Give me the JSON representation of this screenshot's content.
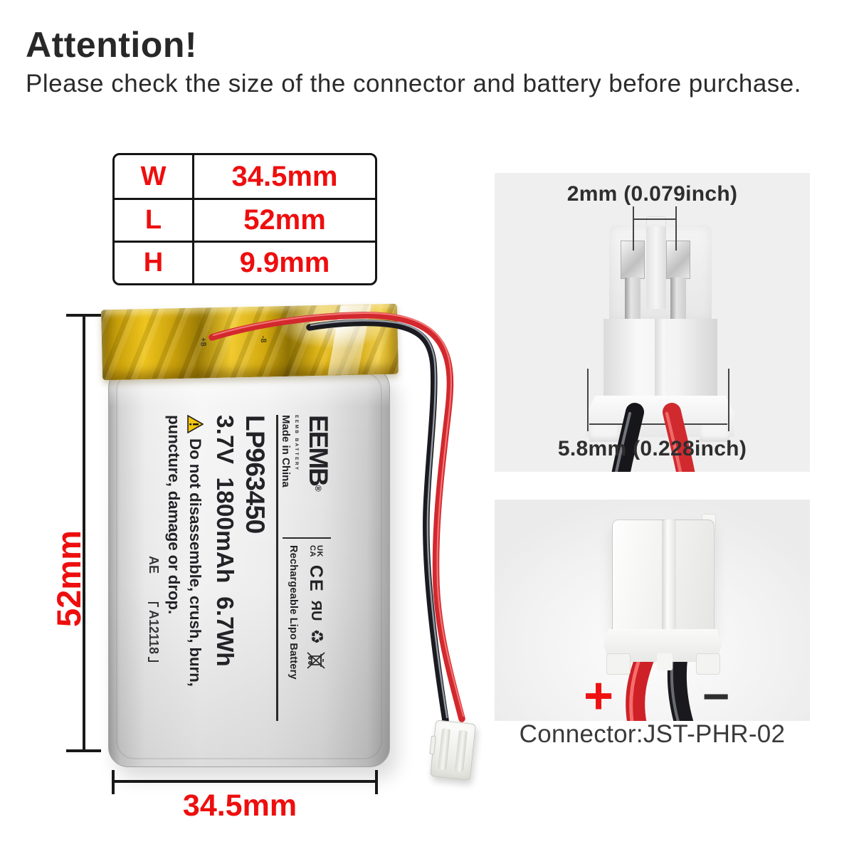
{
  "header": {
    "title": "Attention!",
    "subtitle": "Please check the size of the connector and battery before purchase."
  },
  "size_table": {
    "rows": [
      {
        "label": "W",
        "value": "34.5mm"
      },
      {
        "label": "L",
        "value": "52mm"
      },
      {
        "label": "H",
        "value": "9.9mm"
      }
    ]
  },
  "battery": {
    "height_label": "52mm",
    "width_label": "34.5mm",
    "tape_marks": [
      "+8",
      "-8"
    ],
    "label": {
      "brand": "EEMB",
      "registered": "®",
      "brand_sub": "EEMB BATTERY",
      "origin": "Made in China",
      "ukca_top": "UK",
      "ukca_bottom": "CA",
      "ce": "CE",
      "ul": "ЯU",
      "recycle_icon": "♻",
      "type": "Rechargeable Lipo Battery",
      "model": "LP963450",
      "specs": "3.7V  1800mAh  6.7Wh",
      "warning_line1": "Do not disassemble, crush, burn,",
      "warning_line2": "puncture, damage or drop.",
      "code_left": "AE",
      "code_right": "A12118"
    }
  },
  "connector_front": {
    "pitch_label": "2mm (0.079inch)",
    "width_label": "5.8mm (0.228inch)"
  },
  "connector_back": {
    "positive": "+",
    "negative": "−",
    "caption": "Connector:JST-PHR-02"
  },
  "colors": {
    "accent_red": "#ee0e0e",
    "text_dark": "#2b2b2b",
    "panel_gray": "#efefef",
    "tape_gold": "#e0b114",
    "wire_red": "#d2282e",
    "wire_black": "#1a1a20"
  }
}
